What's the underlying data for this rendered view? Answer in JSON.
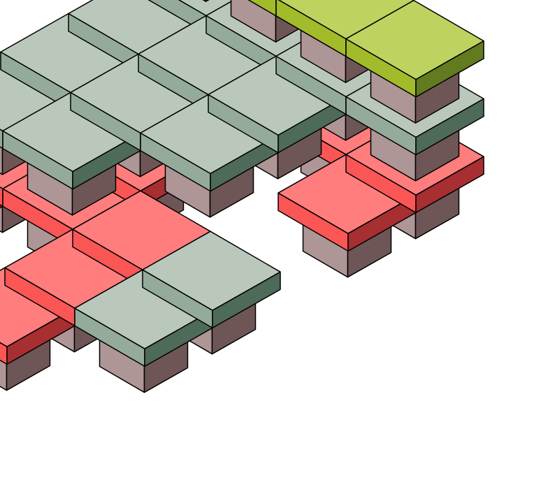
{
  "palette": {
    "pillar": {
      "top": "#c8b0b2",
      "left": "#ae9596",
      "right": "#6f5656"
    },
    "gray": {
      "top": "#bac8bc",
      "left": "#94ab99",
      "right": "#4e6a59"
    },
    "red": {
      "top": "#ff7d7d",
      "left": "#fa5656",
      "right": "#a72e31"
    },
    "green": {
      "top": "#bed35f",
      "left": "#a2bb2a",
      "right": "#617b1e"
    }
  },
  "structure": {
    "type": "isometric block assembly",
    "layers": [
      {
        "level": 1,
        "material": "pillar",
        "role": "support"
      },
      {
        "level": 2,
        "material": "red",
        "role": "slab"
      },
      {
        "level": 2,
        "material": "gray",
        "role": "slab"
      },
      {
        "level": 3,
        "material": "pillar",
        "role": "support"
      },
      {
        "level": 4,
        "material": "gray",
        "role": "slab"
      },
      {
        "level": 5,
        "material": "pillar",
        "role": "support"
      },
      {
        "level": 6,
        "material": "green",
        "role": "slab"
      }
    ]
  }
}
